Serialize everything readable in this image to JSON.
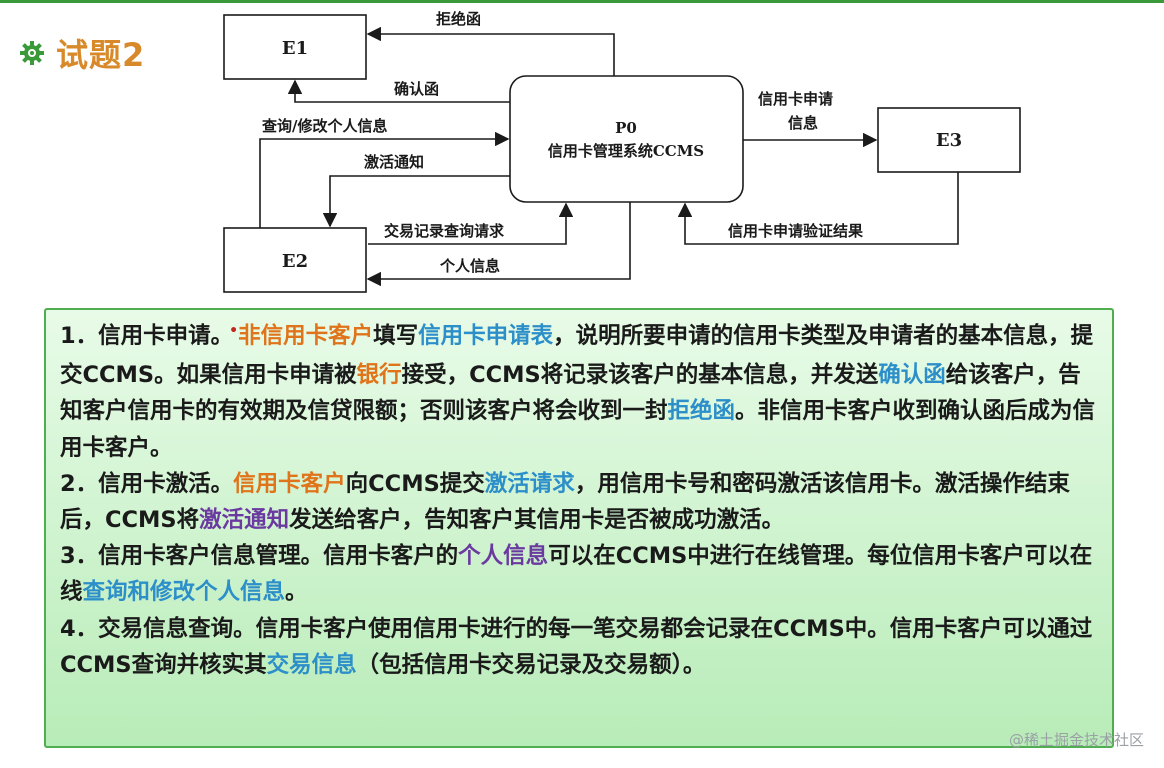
{
  "title": "试题2",
  "diagram": {
    "entities": {
      "e1": "E1",
      "e2": "E2",
      "e3": "E3"
    },
    "process": {
      "id": "P0",
      "name": "信用卡管理系统CCMS"
    },
    "flows": {
      "reject_letter": "拒绝函",
      "confirm_letter": "确认函",
      "query_modify": "查询/修改个人信息",
      "activation_notice": "激活通知",
      "transaction_query": "交易记录查询请求",
      "personal_info": "个人信息",
      "card_application_line1": "信用卡申请",
      "card_application_line2": "信息",
      "verification_result": "信用卡申请验证结果"
    }
  },
  "paragraphs": [
    {
      "segments": [
        {
          "text": "1．信用卡申请。",
          "color": ""
        },
        {
          "text": "非信用卡客户",
          "color": "orange"
        },
        {
          "text": "填写",
          "color": ""
        },
        {
          "text": "信用卡申请表",
          "color": "blue"
        },
        {
          "text": "，说明所要申请的信用卡类型及申请者的基本信息，提交CCMS。如果信用卡申请被",
          "color": ""
        },
        {
          "text": "银行",
          "color": "orange"
        },
        {
          "text": "接受，CCMS将记录该客户的基本信息，并发送",
          "color": ""
        },
        {
          "text": "确认函",
          "color": "blue"
        },
        {
          "text": "给该客户，告知客户信用卡的有效期及信贷限额；否则该客户将会收到一封",
          "color": ""
        },
        {
          "text": "拒绝函",
          "color": "blue"
        },
        {
          "text": "。非信用卡客户收到确认函后成为信用卡客户。",
          "color": ""
        }
      ]
    },
    {
      "segments": [
        {
          "text": "2．信用卡激活。",
          "color": ""
        },
        {
          "text": "信用卡客户",
          "color": "orange"
        },
        {
          "text": "向CCMS提交",
          "color": ""
        },
        {
          "text": "激活请求",
          "color": "blue"
        },
        {
          "text": "，用信用卡号和密码激活该信用卡。激活操作结束后，CCMS将",
          "color": ""
        },
        {
          "text": "激活通知",
          "color": "purple"
        },
        {
          "text": "发送给客户，告知客户其信用卡是否被成功激活。",
          "color": ""
        }
      ]
    },
    {
      "segments": [
        {
          "text": "3．信用卡客户信息管理。信用卡客户的",
          "color": ""
        },
        {
          "text": "个人信息",
          "color": "purple"
        },
        {
          "text": "可以在CCMS中进行在线管理。每位信用卡客户可以在线",
          "color": ""
        },
        {
          "text": "查询和修改个人信息",
          "color": "blue"
        },
        {
          "text": "。",
          "color": ""
        }
      ]
    },
    {
      "segments": [
        {
          "text": "4．交易信息查询。信用卡客户使用信用卡进行的每一笔交易都会记录在CCMS中。信用卡客户可以通过CCMS查询并核实其",
          "color": ""
        },
        {
          "text": "交易信息",
          "color": "blue"
        },
        {
          "text": "（包括信用卡交易记录及交易额）。",
          "color": ""
        }
      ]
    }
  ],
  "colors": {
    "orange": "#e0741a",
    "blue": "#2c8fc9",
    "purple": "#6b3aa0",
    "title": "#d88a2a",
    "box_border": "#4fae4f"
  },
  "watermark": "@稀土掘金技术社区"
}
